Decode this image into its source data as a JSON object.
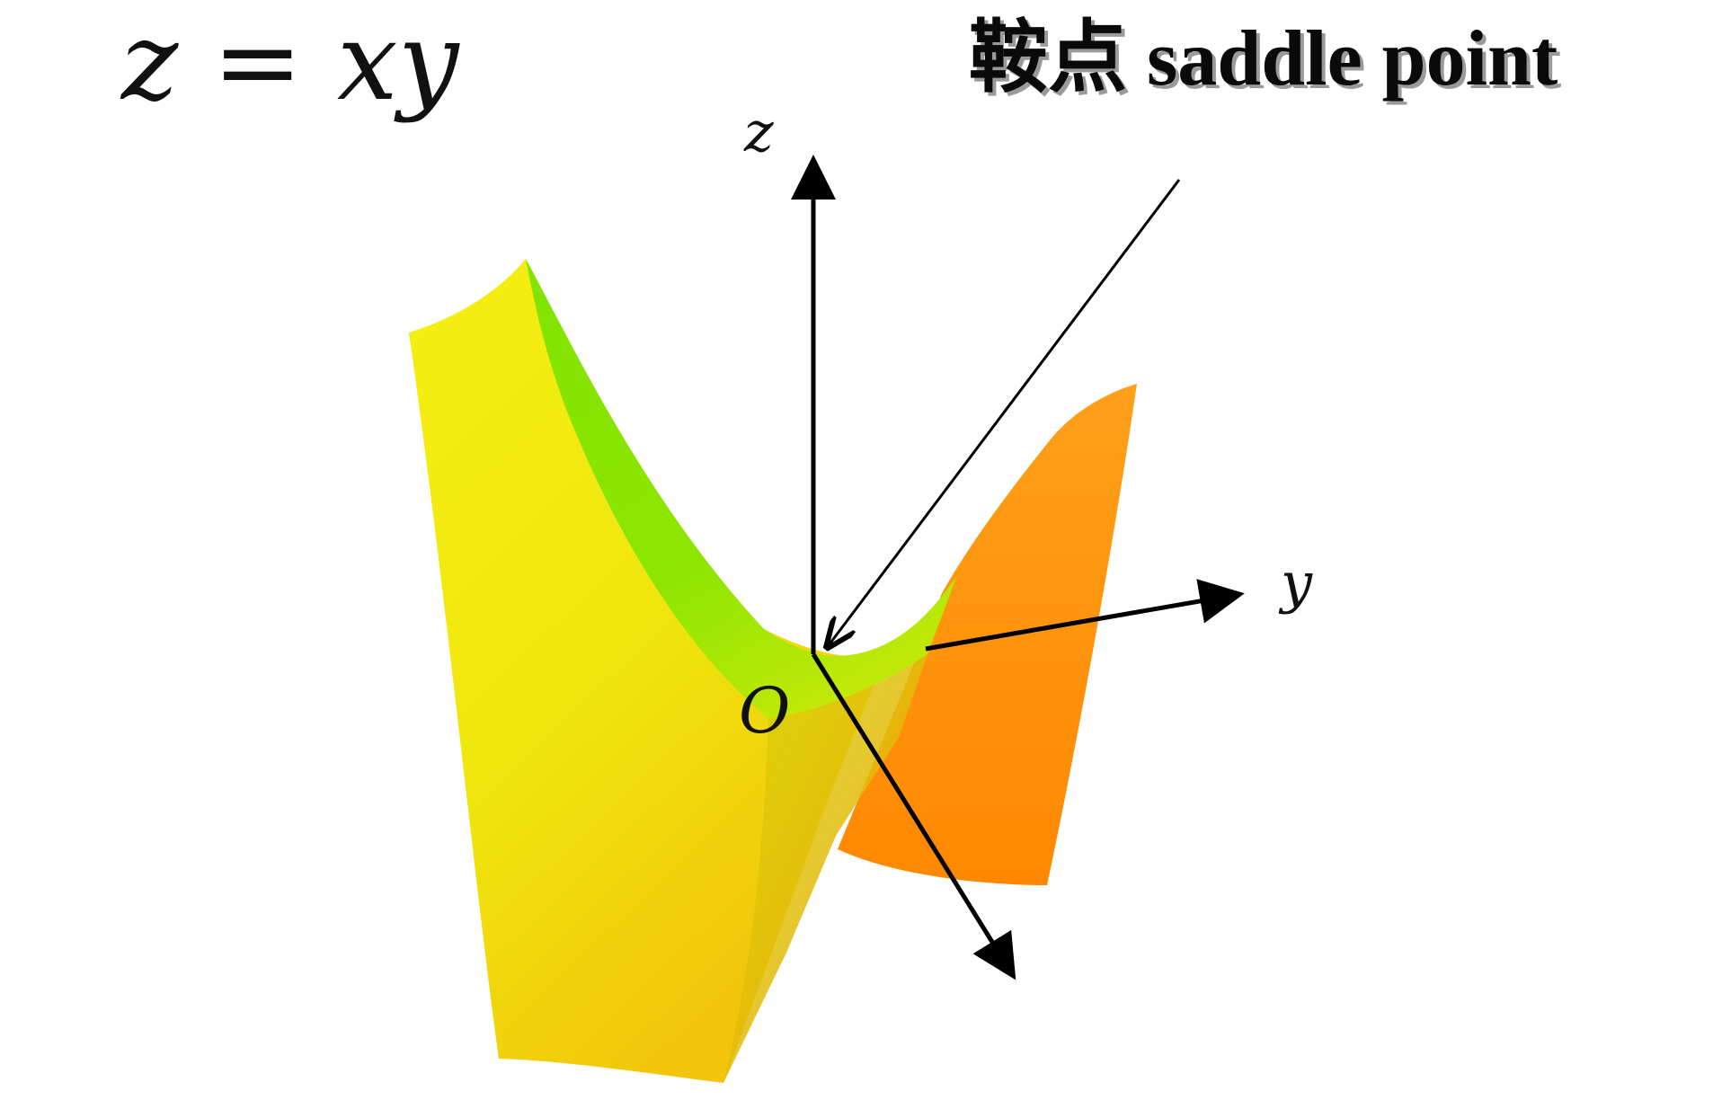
{
  "title": {
    "equation": "z = xy"
  },
  "annotation": {
    "label": "鞍点 saddle point"
  },
  "axes": {
    "z_label": "z",
    "y_label": "y",
    "origin_label": "O"
  },
  "colors": {
    "surface_green": "#80e400",
    "surface_yellow": "#f2ee10",
    "surface_orange": "#ff8c00",
    "axis": "#000000"
  }
}
